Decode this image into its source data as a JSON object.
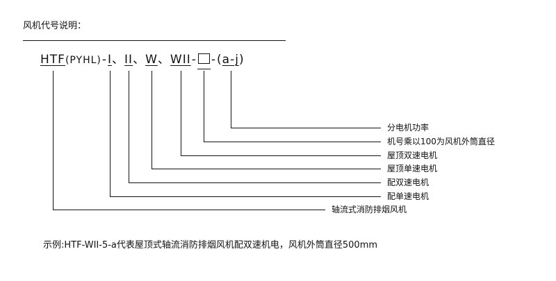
{
  "heading": "风机代号说明：",
  "code": {
    "prefix": "HTF",
    "paren_model": "(PYHL)",
    "dash": "-",
    "seg_I": "I",
    "sep": "、",
    "seg_II": "II",
    "seg_W": "W",
    "seg_WII": "WII",
    "paren_open": "(",
    "range": "a-j",
    "paren_close": ")"
  },
  "legend": [
    "分电机功率",
    "机号乘以100为风机外筒直径",
    "屋顶双速电机",
    "屋顶单速电机",
    "配双速电机",
    "配单速电机",
    "轴流式消防排烟风机"
  ],
  "example": "示例:HTF-WII-5-a代表屋顶式轴流消防排烟风机配双速机电，风机外筒直径500mm"
}
